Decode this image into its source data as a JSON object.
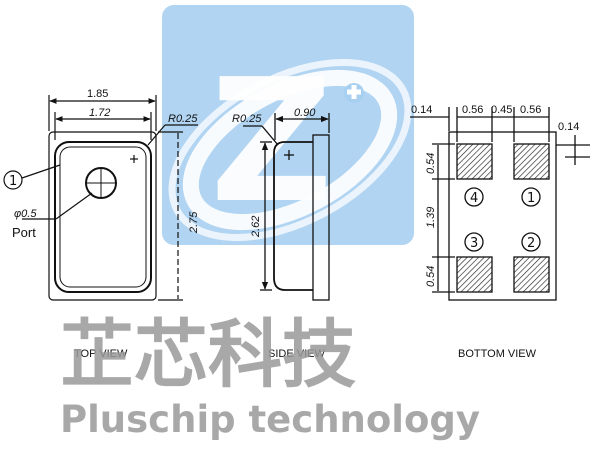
{
  "brand": {
    "chinese_name": "芷芯科技",
    "english_name": "Pluschip technology",
    "logo_letter": "Z",
    "logo_color": "#7fb8e6"
  },
  "views": {
    "top": "TOP VIEW",
    "side": "SIDE   VIEW",
    "bottom": "BOTTOM VIEW"
  },
  "dimensions": {
    "top_width_outer": "1.85",
    "top_width_inner": "1.72",
    "corner_radius_top": "R0.25",
    "top_height": "2.75",
    "port_diameter": "φ0.5",
    "port_label": "Port",
    "callout_one": "1",
    "side_width": "0.90",
    "corner_radius_side": "R0.25",
    "side_height": "2.62",
    "bottom_offset_left": "0.14",
    "bottom_pad_width_a": "0.56",
    "bottom_pad_gap": "0.45",
    "bottom_pad_width_b": "0.56",
    "bottom_offset_right": "0.14",
    "bottom_pad_height_top": "0.54",
    "bottom_pad_pitch": "1.39",
    "bottom_pad_height_bottom": "0.54"
  },
  "pads": [
    "4",
    "1",
    "3",
    "2"
  ]
}
